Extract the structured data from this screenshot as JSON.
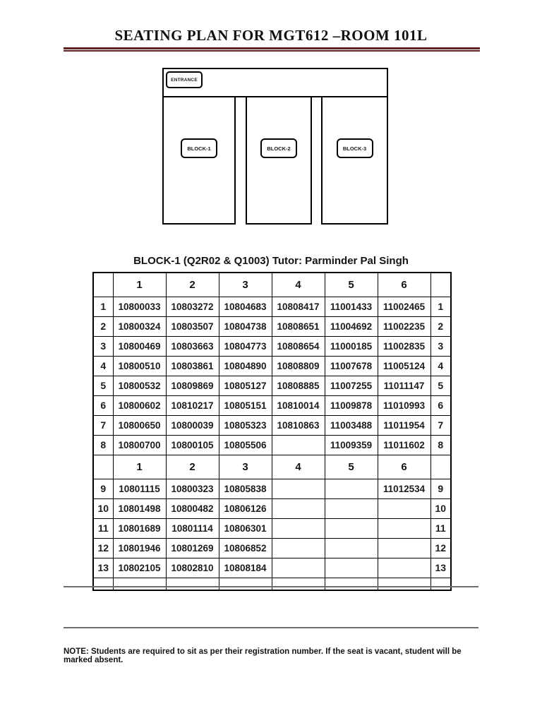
{
  "page_title": "SEATING PLAN FOR MGT612 –ROOM 101L",
  "room_diagram": {
    "entrance_label": "ENTRANCE",
    "blocks": [
      "BLOCK-1",
      "BLOCK-2",
      "BLOCK-3"
    ]
  },
  "seating_table": {
    "title": "BLOCK-1 (Q2R02 & Q1003) Tutor: Parminder Pal Singh",
    "column_headers": [
      "1",
      "2",
      "3",
      "4",
      "5",
      "6"
    ],
    "sections": [
      {
        "rows": [
          {
            "num": "1",
            "seats": [
              "10800033",
              "10803272",
              "10804683",
              "10808417",
              "11001433",
              "11002465"
            ]
          },
          {
            "num": "2",
            "seats": [
              "10800324",
              "10803507",
              "10804738",
              "10808651",
              "11004692",
              "11002235"
            ]
          },
          {
            "num": "3",
            "seats": [
              "10800469",
              "10803663",
              "10804773",
              "10808654",
              "11000185",
              "11002835"
            ]
          },
          {
            "num": "4",
            "seats": [
              "10800510",
              "10803861",
              "10804890",
              "10808809",
              "11007678",
              "11005124"
            ]
          },
          {
            "num": "5",
            "seats": [
              "10800532",
              "10809869",
              "10805127",
              "10808885",
              "11007255",
              "11011147"
            ]
          },
          {
            "num": "6",
            "seats": [
              "10800602",
              "10810217",
              "10805151",
              "10810014",
              "11009878",
              "11010993"
            ]
          },
          {
            "num": "7",
            "seats": [
              "10800650",
              "10800039",
              "10805323",
              "10810863",
              "11003488",
              "11011954"
            ]
          },
          {
            "num": "8",
            "seats": [
              "10800700",
              "10800105",
              "10805506",
              "",
              "11009359",
              "11011602"
            ]
          }
        ]
      },
      {
        "rows": [
          {
            "num": "9",
            "seats": [
              "10801115",
              "10800323",
              "10805838",
              "",
              "",
              "11012534"
            ]
          },
          {
            "num": "10",
            "seats": [
              "10801498",
              "10800482",
              "10806126",
              "",
              "",
              ""
            ]
          },
          {
            "num": "11",
            "seats": [
              "10801689",
              "10801114",
              "10806301",
              "",
              "",
              ""
            ]
          },
          {
            "num": "12",
            "seats": [
              "10801946",
              "10801269",
              "10806852",
              "",
              "",
              ""
            ]
          },
          {
            "num": "13",
            "seats": [
              "10802105",
              "10802810",
              "10808184",
              "",
              "",
              ""
            ]
          }
        ]
      }
    ],
    "trailing_empty_row": true
  },
  "note": "NOTE: Students are required to sit as per their registration number. If the seat is vacant, student will be marked absent.",
  "colors": {
    "title_rule": "#622423",
    "divider_line": "#6e6e6e"
  }
}
